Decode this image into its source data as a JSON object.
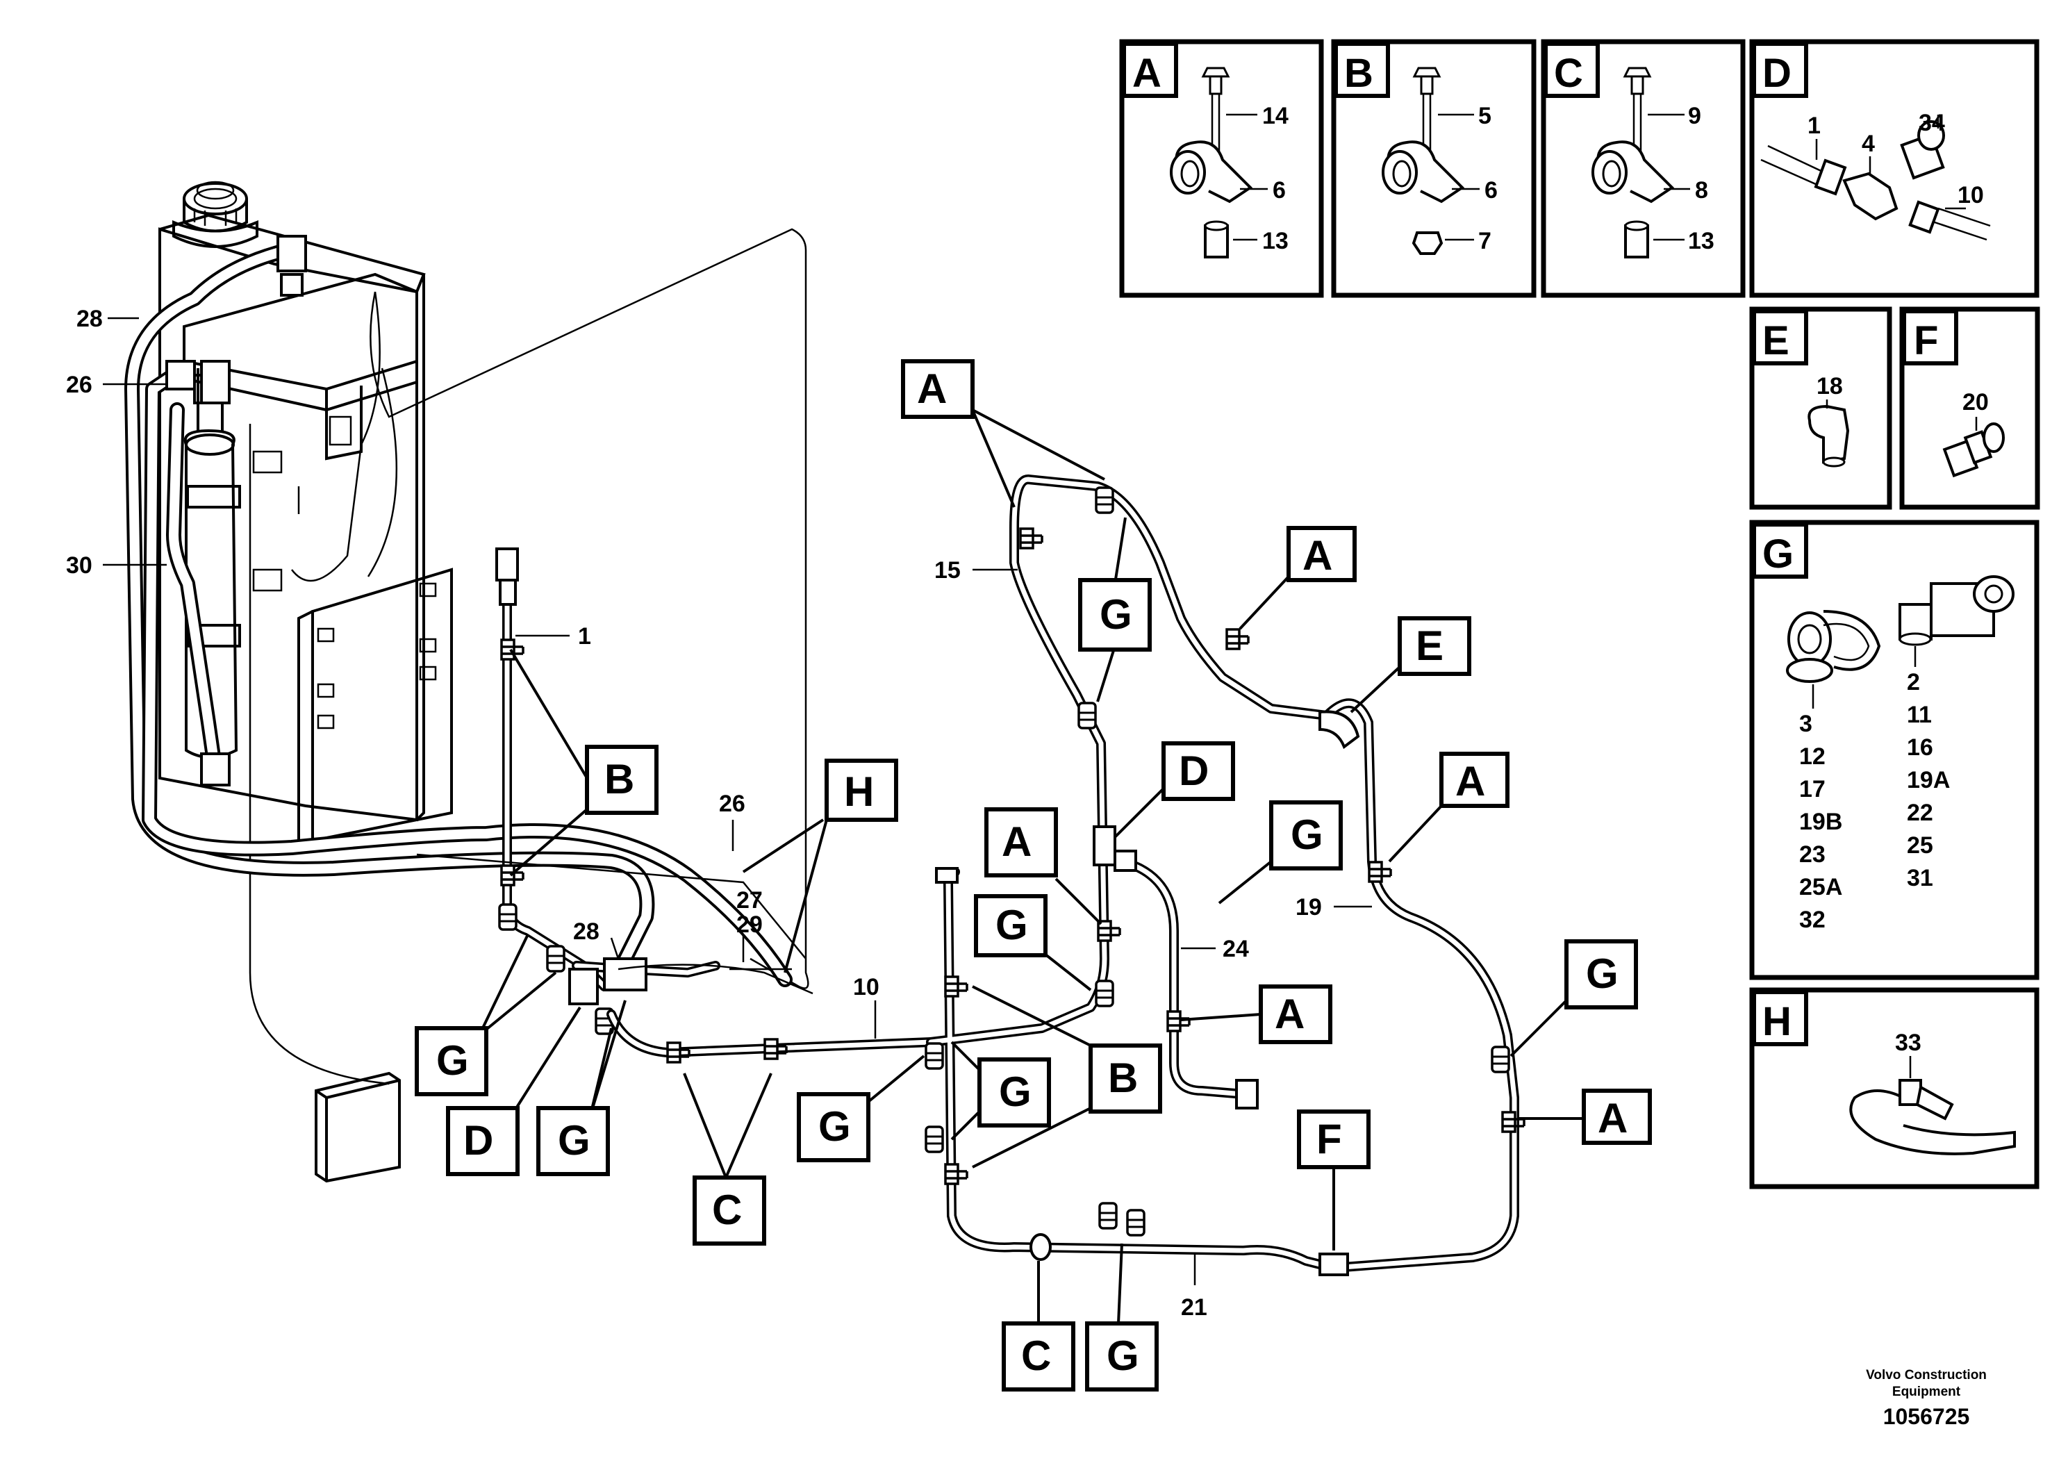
{
  "callouts": {
    "n1": "1",
    "n10": "10",
    "n15": "15",
    "n19": "19",
    "n21": "21",
    "n24": "24",
    "n26a": "26",
    "n26b": "26",
    "n27": "27",
    "n28a": "28",
    "n28b": "28",
    "n29": "29",
    "n30": "30"
  },
  "tags": {
    "A": "A",
    "B": "B",
    "C": "C",
    "D": "D",
    "E": "E",
    "F": "F",
    "G": "G",
    "H": "H"
  },
  "detail_boxes": {
    "A": {
      "letter": "A",
      "parts": [
        "14",
        "6",
        "13"
      ]
    },
    "B": {
      "letter": "B",
      "parts": [
        "5",
        "6",
        "7"
      ]
    },
    "C": {
      "letter": "C",
      "parts": [
        "9",
        "8",
        "13"
      ]
    },
    "D": {
      "letter": "D",
      "parts": [
        "1",
        "4",
        "34",
        "10"
      ]
    },
    "E": {
      "letter": "E",
      "parts": [
        "18"
      ]
    },
    "F": {
      "letter": "F",
      "parts": [
        "20"
      ]
    },
    "G": {
      "letter": "G",
      "left_parts": [
        "3",
        "12",
        "17",
        "19B",
        "23",
        "25A",
        "32"
      ],
      "right_parts": [
        "2",
        "11",
        "16",
        "19A",
        "22",
        "25",
        "31"
      ]
    },
    "H": {
      "letter": "H",
      "parts": [
        "33"
      ]
    }
  },
  "footer": {
    "company_line1": "Volvo Construction",
    "company_line2": "Equipment",
    "figure_number": "1056725"
  }
}
